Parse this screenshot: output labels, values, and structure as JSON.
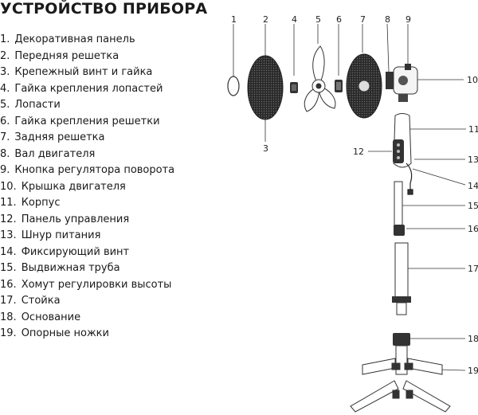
{
  "title": "УСТРОЙСТВО ПРИБОРА",
  "parts": [
    {
      "num": "1.",
      "label": "Декоративная панель"
    },
    {
      "num": "2.",
      "label": "Передняя решетка"
    },
    {
      "num": "3.",
      "label": "Крепежный винт и гайка"
    },
    {
      "num": "4.",
      "label": "Гайка крепления лопастей"
    },
    {
      "num": "5.",
      "label": "Лопасти"
    },
    {
      "num": "6.",
      "label": "Гайка крепления решетки"
    },
    {
      "num": "7.",
      "label": "Задняя решетка"
    },
    {
      "num": "8.",
      "label": "Вал двигателя"
    },
    {
      "num": "9.",
      "label": "Кнопка регулятора поворота"
    },
    {
      "num": "10.",
      "label": "Крышка двигателя"
    },
    {
      "num": "11.",
      "label": "Корпус"
    },
    {
      "num": "12.",
      "label": "Панель управления"
    },
    {
      "num": "13.",
      "label": "Шнур питания"
    },
    {
      "num": "14.",
      "label": "Фиксирующий винт"
    },
    {
      "num": "15.",
      "label": "Выдвижная труба"
    },
    {
      "num": "16.",
      "label": "Хомут регулировки высоты"
    },
    {
      "num": "17.",
      "label": "Стойка"
    },
    {
      "num": "18.",
      "label": "Основание"
    },
    {
      "num": "19.",
      "label": "Опорные ножки"
    }
  ],
  "callouts": {
    "c1": "1",
    "c2": "2",
    "c3": "3",
    "c4": "4",
    "c5": "5",
    "c6": "6",
    "c7": "7",
    "c8": "8",
    "c9": "9",
    "c10": "10",
    "c11": "11",
    "c12": "12",
    "c13": "13",
    "c14": "14",
    "c15": "15",
    "c16": "16",
    "c17": "17",
    "c18": "18",
    "c19": "19"
  }
}
